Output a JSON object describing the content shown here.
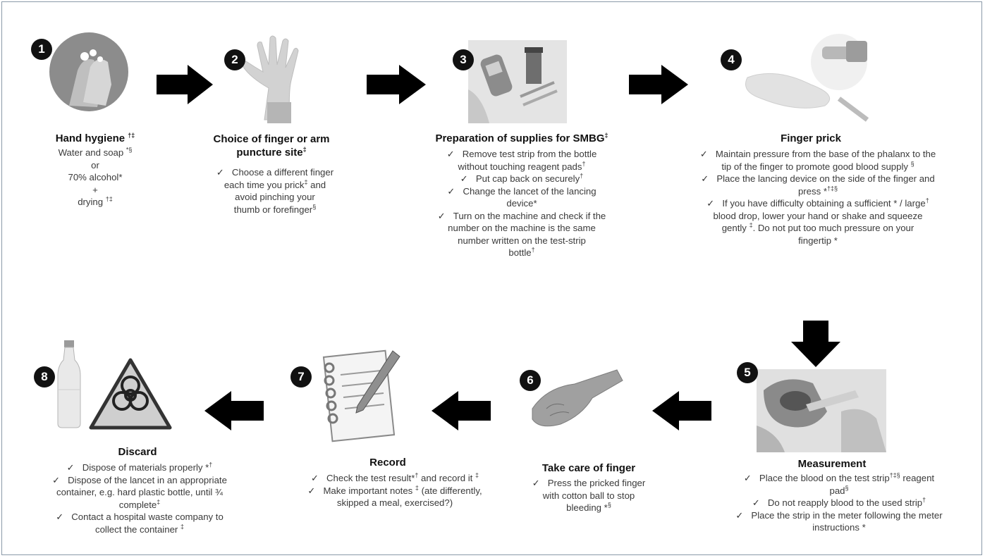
{
  "steps": [
    {
      "num": "1",
      "title": "Hand hygiene",
      "title_sup": "†‡",
      "lines": [
        {
          "t": "Water and soap ",
          "s": "*§",
          "check": false
        },
        {
          "t": "or",
          "s": "",
          "check": false
        },
        {
          "t": "70% alcohol*",
          "s": "",
          "check": false
        },
        {
          "t": "+",
          "s": "",
          "check": false
        },
        {
          "t": "drying ",
          "s": "†‡",
          "check": false
        }
      ]
    },
    {
      "num": "2",
      "title": "Choice of finger or arm",
      "title2": "puncture site",
      "title_sup": "‡",
      "lines": [
        {
          "t": "Choose a different finger",
          "s": "",
          "check": true
        },
        {
          "t": "each time you prick",
          "s": "‡",
          "t2": " and",
          "check": false
        },
        {
          "t": "avoid pinching your",
          "s": "",
          "check": false
        },
        {
          "t": "thumb or forefinger",
          "s": "§",
          "check": false
        }
      ]
    },
    {
      "num": "3",
      "title": "Preparation of supplies for SMBG",
      "title_sup": "‡",
      "lines": [
        {
          "t": "Remove test strip from the bottle",
          "s": "",
          "check": true
        },
        {
          "t": "without touching reagent pads",
          "s": "†",
          "check": false
        },
        {
          "t": "Put cap back on securely",
          "s": "†",
          "check": true
        },
        {
          "t": "Change the lancet of the lancing",
          "s": "",
          "check": true
        },
        {
          "t": "device*",
          "s": "",
          "check": false
        },
        {
          "t": "Turn on the machine and check if the",
          "s": "",
          "check": true
        },
        {
          "t": "number on the machine is the same",
          "s": "",
          "check": false
        },
        {
          "t": "number written on the test-strip",
          "s": "",
          "check": false
        },
        {
          "t": "bottle",
          "s": "†",
          "check": false
        }
      ]
    },
    {
      "num": "4",
      "title": "Finger prick",
      "title_sup": "",
      "lines": [
        {
          "t": "Maintain pressure from the base of the phalanx to the",
          "s": "",
          "check": true
        },
        {
          "t": "tip of the finger to promote good blood supply ",
          "s": "§",
          "check": false
        },
        {
          "t": "Place the lancing device on the side of the finger and",
          "s": "",
          "check": true
        },
        {
          "t": "press *",
          "s": "†‡§",
          "check": false
        },
        {
          "t": "If you have difficulty obtaining a sufficient * / large",
          "s": "†",
          "check": true
        },
        {
          "t": "blood drop, lower your hand or shake and squeeze",
          "s": "",
          "check": false
        },
        {
          "t": "gently ",
          "s": "‡",
          "t2": ". Do not put too much pressure on your",
          "check": false
        },
        {
          "t": "fingertip *",
          "s": "",
          "check": false
        }
      ]
    },
    {
      "num": "5",
      "title": "Measurement",
      "title_sup": "",
      "lines": [
        {
          "t": "Place the blood on the test strip",
          "s": "†‡§",
          "t2": " reagent",
          "check": true
        },
        {
          "t": "pad",
          "s": "§",
          "check": false
        },
        {
          "t": "Do not reapply blood to the used strip",
          "s": "†",
          "check": true
        },
        {
          "t": "Place the strip in the meter following the meter",
          "s": "",
          "check": true
        },
        {
          "t": "instructions *",
          "s": "",
          "check": false
        }
      ]
    },
    {
      "num": "6",
      "title": "Take care of finger",
      "title_sup": "",
      "lines": [
        {
          "t": "Press the pricked finger",
          "s": "",
          "check": true
        },
        {
          "t": "with cotton ball to stop",
          "s": "",
          "check": false
        },
        {
          "t": "bleeding *",
          "s": "§",
          "check": false
        }
      ]
    },
    {
      "num": "7",
      "title": "Record",
      "title_sup": "",
      "lines": [
        {
          "t": "Check the test result*",
          "s": "†",
          "t2": " and record it ",
          "s2": "‡",
          "check": true
        },
        {
          "t": "Make important notes ",
          "s": "‡",
          "t2": " (ate differently,",
          "check": true
        },
        {
          "t": "skipped a meal, exercised?)",
          "s": "",
          "check": false
        }
      ]
    },
    {
      "num": "8",
      "title": "Discard",
      "title_sup": "",
      "lines": [
        {
          "t": "Dispose of materials properly *",
          "s": "†",
          "check": true
        },
        {
          "t": "Dispose of the lancet in an appropriate",
          "s": "",
          "check": true
        },
        {
          "t": "container, e.g. hard plastic bottle, until ¾",
          "s": "",
          "check": false
        },
        {
          "t": "complete",
          "s": "‡",
          "check": false
        },
        {
          "t": "Contact a hospital waste company to",
          "s": "",
          "check": true
        },
        {
          "t": "collect the container ",
          "s": "‡",
          "check": false
        }
      ]
    }
  ],
  "icons": {
    "img1": "hand-washing-icon",
    "img2": "raised-hand-icon",
    "img3": "glucose-meter-supplies-icon",
    "img4": "lancing-device-icon",
    "img5": "meter-measurement-icon",
    "img6": "finger-care-icon",
    "img7": "notepad-pencil-icon",
    "img8a": "plastic-bottle-icon",
    "img8b": "biohazard-icon",
    "arrow": "arrow-icon"
  },
  "colors": {
    "arrow": "#000000",
    "badge": "#111111",
    "text": "#3a3a3a",
    "title": "#111111"
  }
}
